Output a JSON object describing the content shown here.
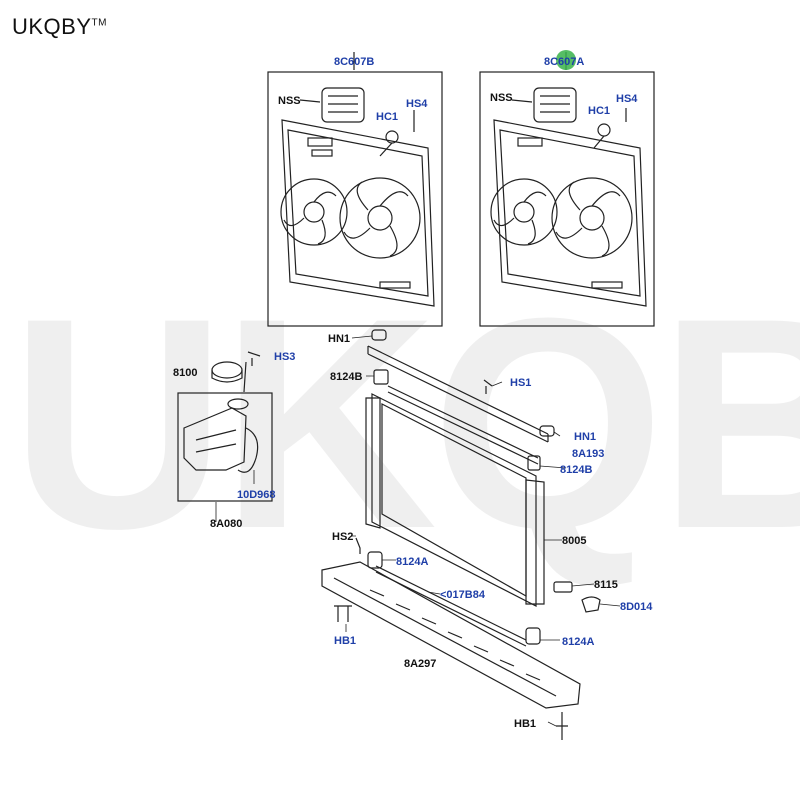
{
  "brand": {
    "name": "UKQBY",
    "mark": "TM"
  },
  "watermark": "UKQBY™",
  "colors": {
    "label_blue": "#1f3fa8",
    "label_black": "#111111",
    "highlight": "#38b34a"
  },
  "labels": {
    "fan_left": "8C607B",
    "fan_right": "8C607A",
    "nss_left": "NSS",
    "nss_right": "NSS",
    "hc1_left": "HC1",
    "hc1_right": "HC1",
    "hs4_left": "HS4",
    "hs4_right": "HS4",
    "hn1_top": "HN1",
    "cap": "8100",
    "hs3": "HS3",
    "bracket_top": "8124B",
    "hs1": "HS1",
    "hn1_right": "HN1",
    "seal_top": "8A193",
    "bracket_right": "8124B",
    "bottle_hose": "10D968",
    "bottle": "8A080",
    "hs2": "HS2",
    "mount_upper": "8124A",
    "radiator": "8005",
    "seal_lower": "<017B84",
    "sensor": "8115",
    "sensor_clip": "8D014",
    "hb1_left": "HB1",
    "mount_lower": "8124A",
    "deflector": "8A297",
    "hb1_bottom": "HB1"
  }
}
